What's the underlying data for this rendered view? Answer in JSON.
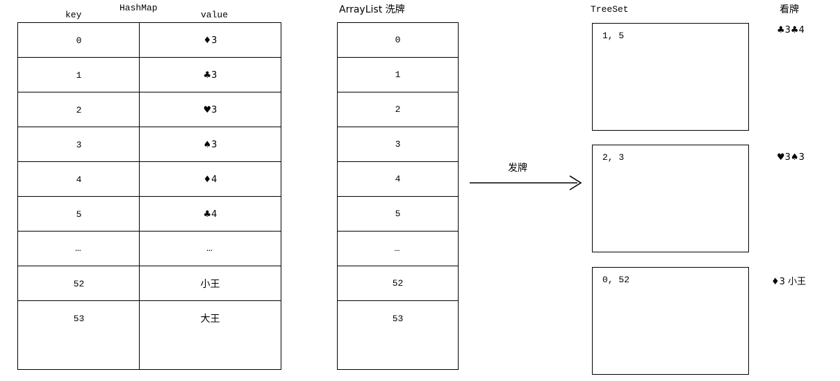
{
  "hashmap": {
    "title": "HashMap",
    "key_header": "key",
    "value_header": "value",
    "rows": [
      {
        "key": "0",
        "value": "♦3"
      },
      {
        "key": "1",
        "value": "♣3"
      },
      {
        "key": "2",
        "value": "♥3"
      },
      {
        "key": "3",
        "value": "♠3"
      },
      {
        "key": "4",
        "value": "♦4"
      },
      {
        "key": "5",
        "value": "♣4"
      },
      {
        "key": "…",
        "value": "…"
      },
      {
        "key": "52",
        "value": "小王"
      },
      {
        "key": "53",
        "value": "大王"
      }
    ]
  },
  "arraylist": {
    "title": "ArrayList  洗牌",
    "rows": [
      "0",
      "1",
      "2",
      "3",
      "4",
      "5",
      "…",
      "52",
      "53"
    ]
  },
  "arrow": {
    "label": "发牌"
  },
  "treeset": {
    "title": "TreeSet",
    "hand_title": "看牌",
    "players": [
      {
        "indices": "1, 5",
        "cards": "♣3♣4"
      },
      {
        "indices": "2, 3",
        "cards": "♥3♠3"
      },
      {
        "indices": "0, 52",
        "cards": "♦3 小王"
      }
    ]
  },
  "colors": {
    "stroke": "#000000",
    "background": "#ffffff"
  }
}
